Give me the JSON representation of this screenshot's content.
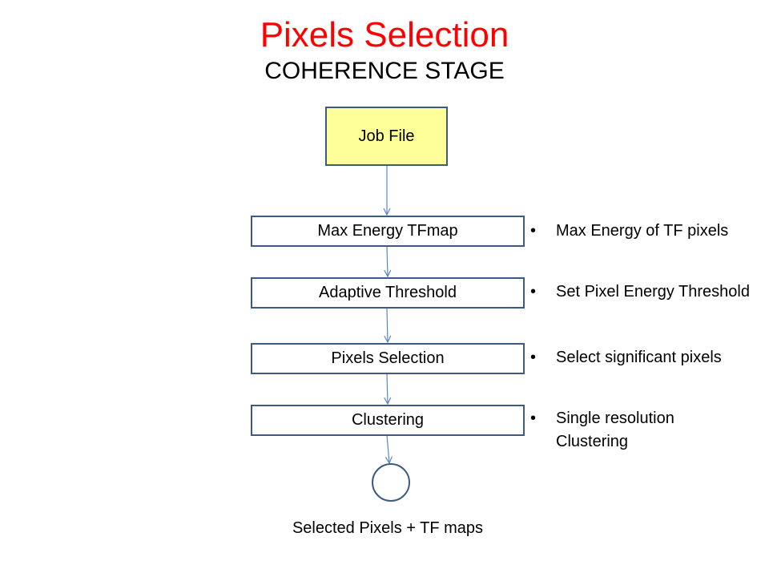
{
  "title": "Pixels Selection",
  "subtitle": "COHERENCE STAGE",
  "colors": {
    "title": "#ff0000",
    "job_box_fill": "#ffff99",
    "box_border": "#3d5a80",
    "connector": "#5b86c6"
  },
  "flow": {
    "input": "Job File",
    "steps": [
      {
        "label": "Max Energy TFmap",
        "note": "Max Energy of TF pixels"
      },
      {
        "label": "Adaptive Threshold",
        "note": "Set Pixel Energy Threshold"
      },
      {
        "label": "Pixels Selection",
        "note": "Select significant pixels"
      },
      {
        "label": "Clustering",
        "note": "Single resolution Clustering"
      }
    ],
    "output": "Selected Pixels + TF maps",
    "bullet": "•"
  }
}
